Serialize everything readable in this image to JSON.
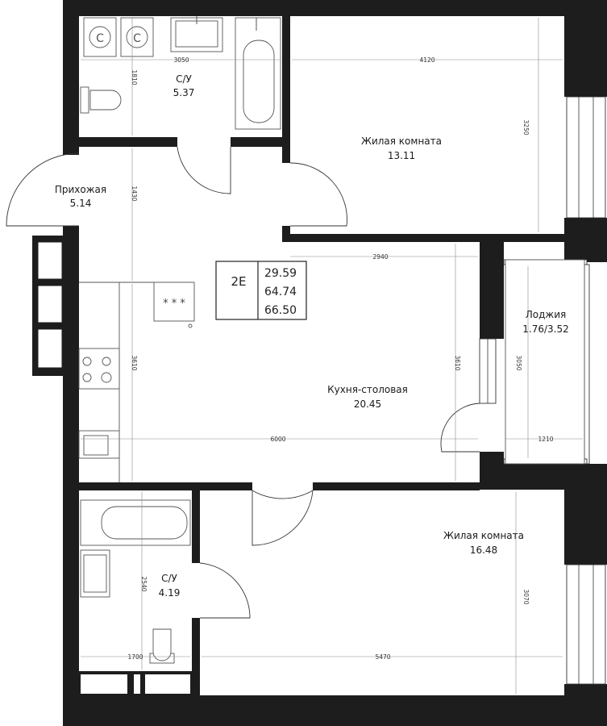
{
  "plan": {
    "badge": {
      "type": "2E",
      "areas": [
        "29.59",
        "64.74",
        "66.50"
      ]
    },
    "rooms": {
      "bathroom_top": {
        "name": "С/У",
        "area": "5.37"
      },
      "living_top": {
        "name": "Жилая комната",
        "area": "13.11"
      },
      "hallway": {
        "name": "Прихожая",
        "area": "5.14"
      },
      "kitchen": {
        "name": "Кухня-столовая",
        "area": "20.45"
      },
      "loggia": {
        "name": "Лоджия",
        "area": "1.76/3.52"
      },
      "bathroom_bottom": {
        "name": "С/У",
        "area": "4.19"
      },
      "living_bottom": {
        "name": "Жилая комната",
        "area": "16.48"
      }
    },
    "dimensions": {
      "d3050_top": "3050",
      "d1810": "1810",
      "d4120": "4120",
      "d3250": "3250",
      "d1430": "1430",
      "d2940": "2940",
      "d3610_left": "3610",
      "d3610_right": "3610",
      "d6000": "6000",
      "d3050_loggia": "3050",
      "d1210": "1210",
      "d2540": "2540",
      "d3070": "3070",
      "d1700": "1700",
      "d5470": "5470"
    },
    "hob_label": "* * *",
    "colors": {
      "wall": "#1d1d1d",
      "background": "#ffffff",
      "fixture_stroke": "#555555"
    }
  }
}
